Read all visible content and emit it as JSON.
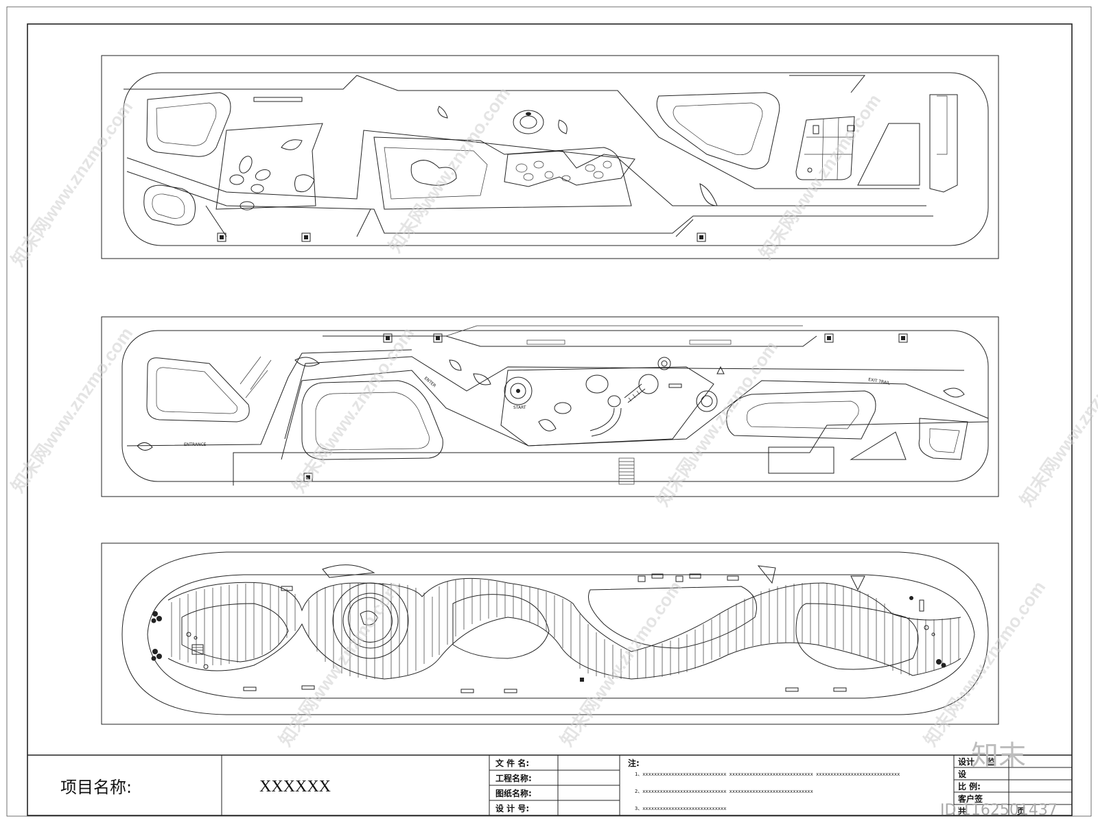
{
  "title_block": {
    "project_name_label": "项目名称:",
    "project_name_value": "XXXXXX",
    "file_name_label": "文 件 名:",
    "project_title_label": "工程名称:",
    "drawing_name_label": "图纸名称:",
    "design_no_label": "设 计 号:",
    "notes_label": "注:",
    "notes": [
      "1、xxxxxxxxxxxxxxxxxxxxxxxxxxxxx    xxxxxxxxxxxxxxxxxxxxxxxxxxxxx    xxxxxxxxxxxxxxxxxxxxxxxxxxxxx",
      "2、xxxxxxxxxxxxxxxxxxxxxxxxxxxxx    xxxxxxxxxxxxxxxxxxxxxxxxxxxxx",
      "3、xxxxxxxxxxxxxxxxxxxxxxxxxxxxx"
    ],
    "right_labels": [
      "设计",
      "设",
      "比  例:",
      "客户签",
      "共"
    ],
    "right_suffixes": [
      "监",
      "页"
    ]
  },
  "plan_labels": {
    "plan2_left_text": "ENTRANCE",
    "plan2_entry_text": "ENTER",
    "plan2_start_text": "START",
    "plan2_right_text": "EXIT TRAIL"
  },
  "watermark": {
    "text": "知末网www.znzmo.com",
    "logo_text": "知末",
    "id_text": "ID:1162501437"
  }
}
